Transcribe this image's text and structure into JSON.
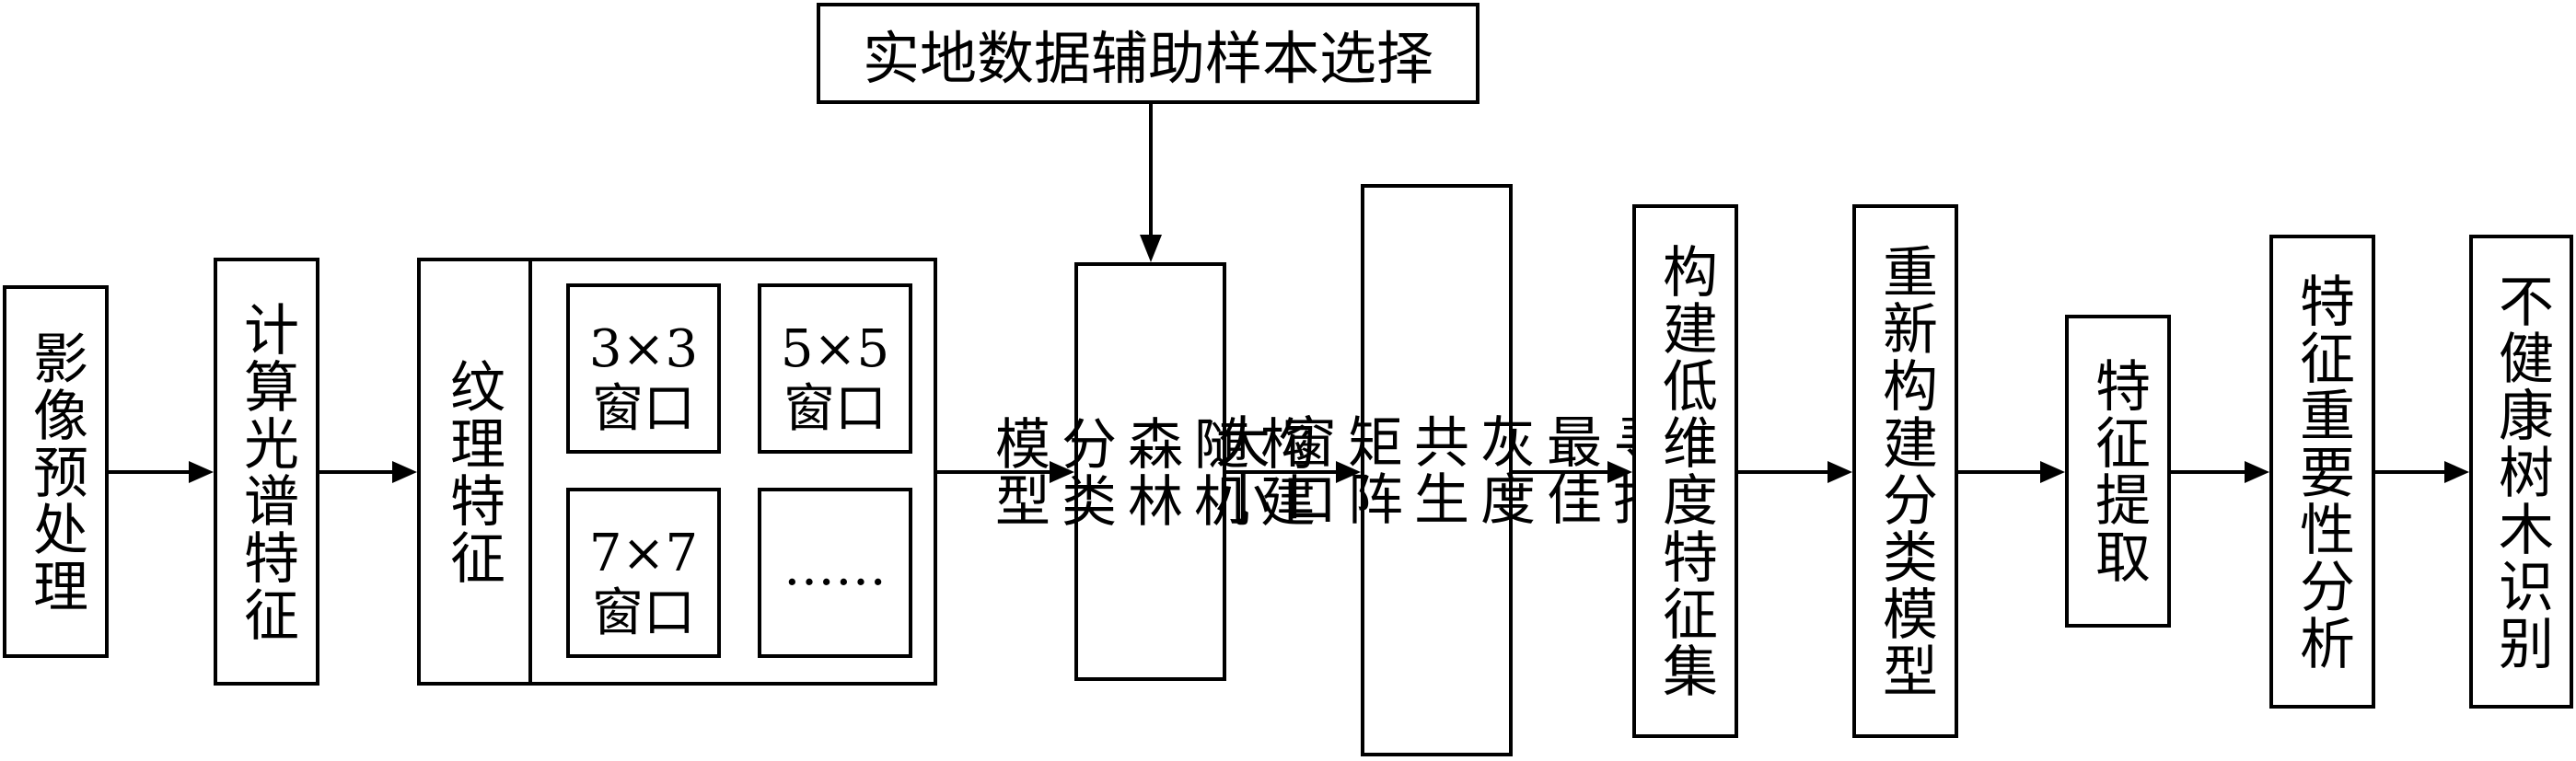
{
  "top_box": "实地数据辅助样本选择",
  "steps": {
    "preprocess": "影像预处理",
    "spectral": "计算光谱特征",
    "texture": "纹理特征",
    "rf_model": [
      "构建",
      "随机",
      "森林",
      "分类",
      "模型"
    ],
    "glcm_window": [
      "寻找",
      "最佳",
      "灰度",
      "共生",
      "矩阵",
      "窗口",
      "大小"
    ],
    "low_dim": "构建低维度特征集",
    "rebuild": "重新构建分类模型",
    "extract": "特征提取",
    "importance": "特征重要性分析",
    "identify": "不健康树木识别"
  },
  "windows": [
    {
      "size": "3×3",
      "label": "窗口"
    },
    {
      "size": "5×5",
      "label": "窗口"
    },
    {
      "size": "7×7",
      "label": "窗口"
    },
    {
      "size": "……",
      "label": ""
    }
  ]
}
